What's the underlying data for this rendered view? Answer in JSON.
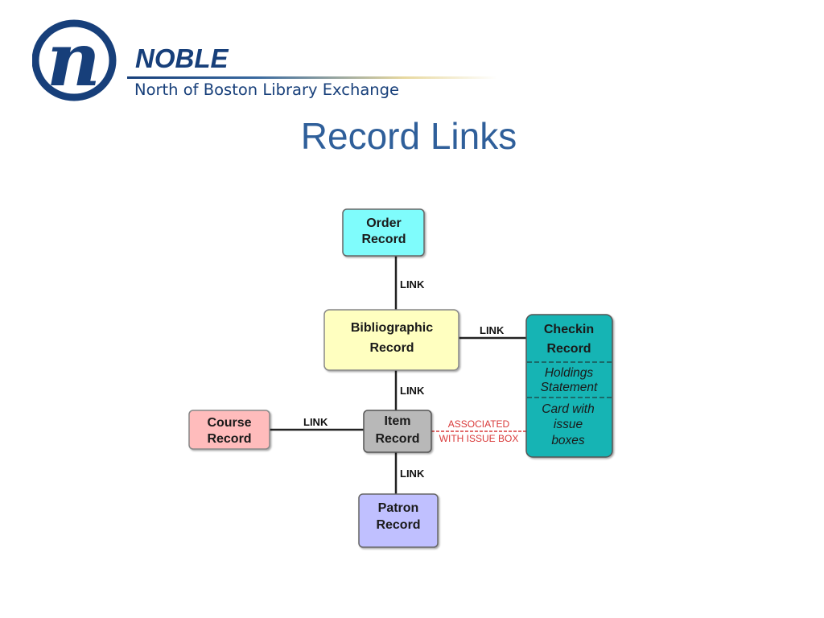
{
  "logo": {
    "word": "NOBLE",
    "tagline": "North of Boston Library Exchange"
  },
  "title": "Record Links",
  "diagram": {
    "order": {
      "line1": "Order",
      "line2": "Record"
    },
    "bib": {
      "line1": "Bibliographic",
      "line2": "Record"
    },
    "checkin": {
      "line1": "Checkin",
      "line2": "Record",
      "holdings1": "Holdings",
      "holdings2": "Statement",
      "card1": "Card with",
      "card2": "issue",
      "card3": "boxes"
    },
    "item": {
      "line1": "Item",
      "line2": "Record"
    },
    "course": {
      "line1": "Course",
      "line2": "Record"
    },
    "patron": {
      "line1": "Patron",
      "line2": "Record"
    },
    "link_order_bib": "LINK",
    "link_bib_checkin": "LINK",
    "link_bib_item": "LINK",
    "link_course_item": "LINK",
    "link_item_patron": "LINK",
    "assoc1": "ASSOCIATED",
    "assoc2": "WITH ISSUE BOX"
  },
  "colors": {
    "order": "#7ffcfc",
    "bib": "#ffffc0",
    "checkin": "#12b4b4",
    "item": "#b8b8b8",
    "course": "#ffbcbc",
    "patron": "#c0c0ff",
    "brand": "#173f7a",
    "title": "#2f5f9a",
    "associated": "#d93a3a"
  }
}
